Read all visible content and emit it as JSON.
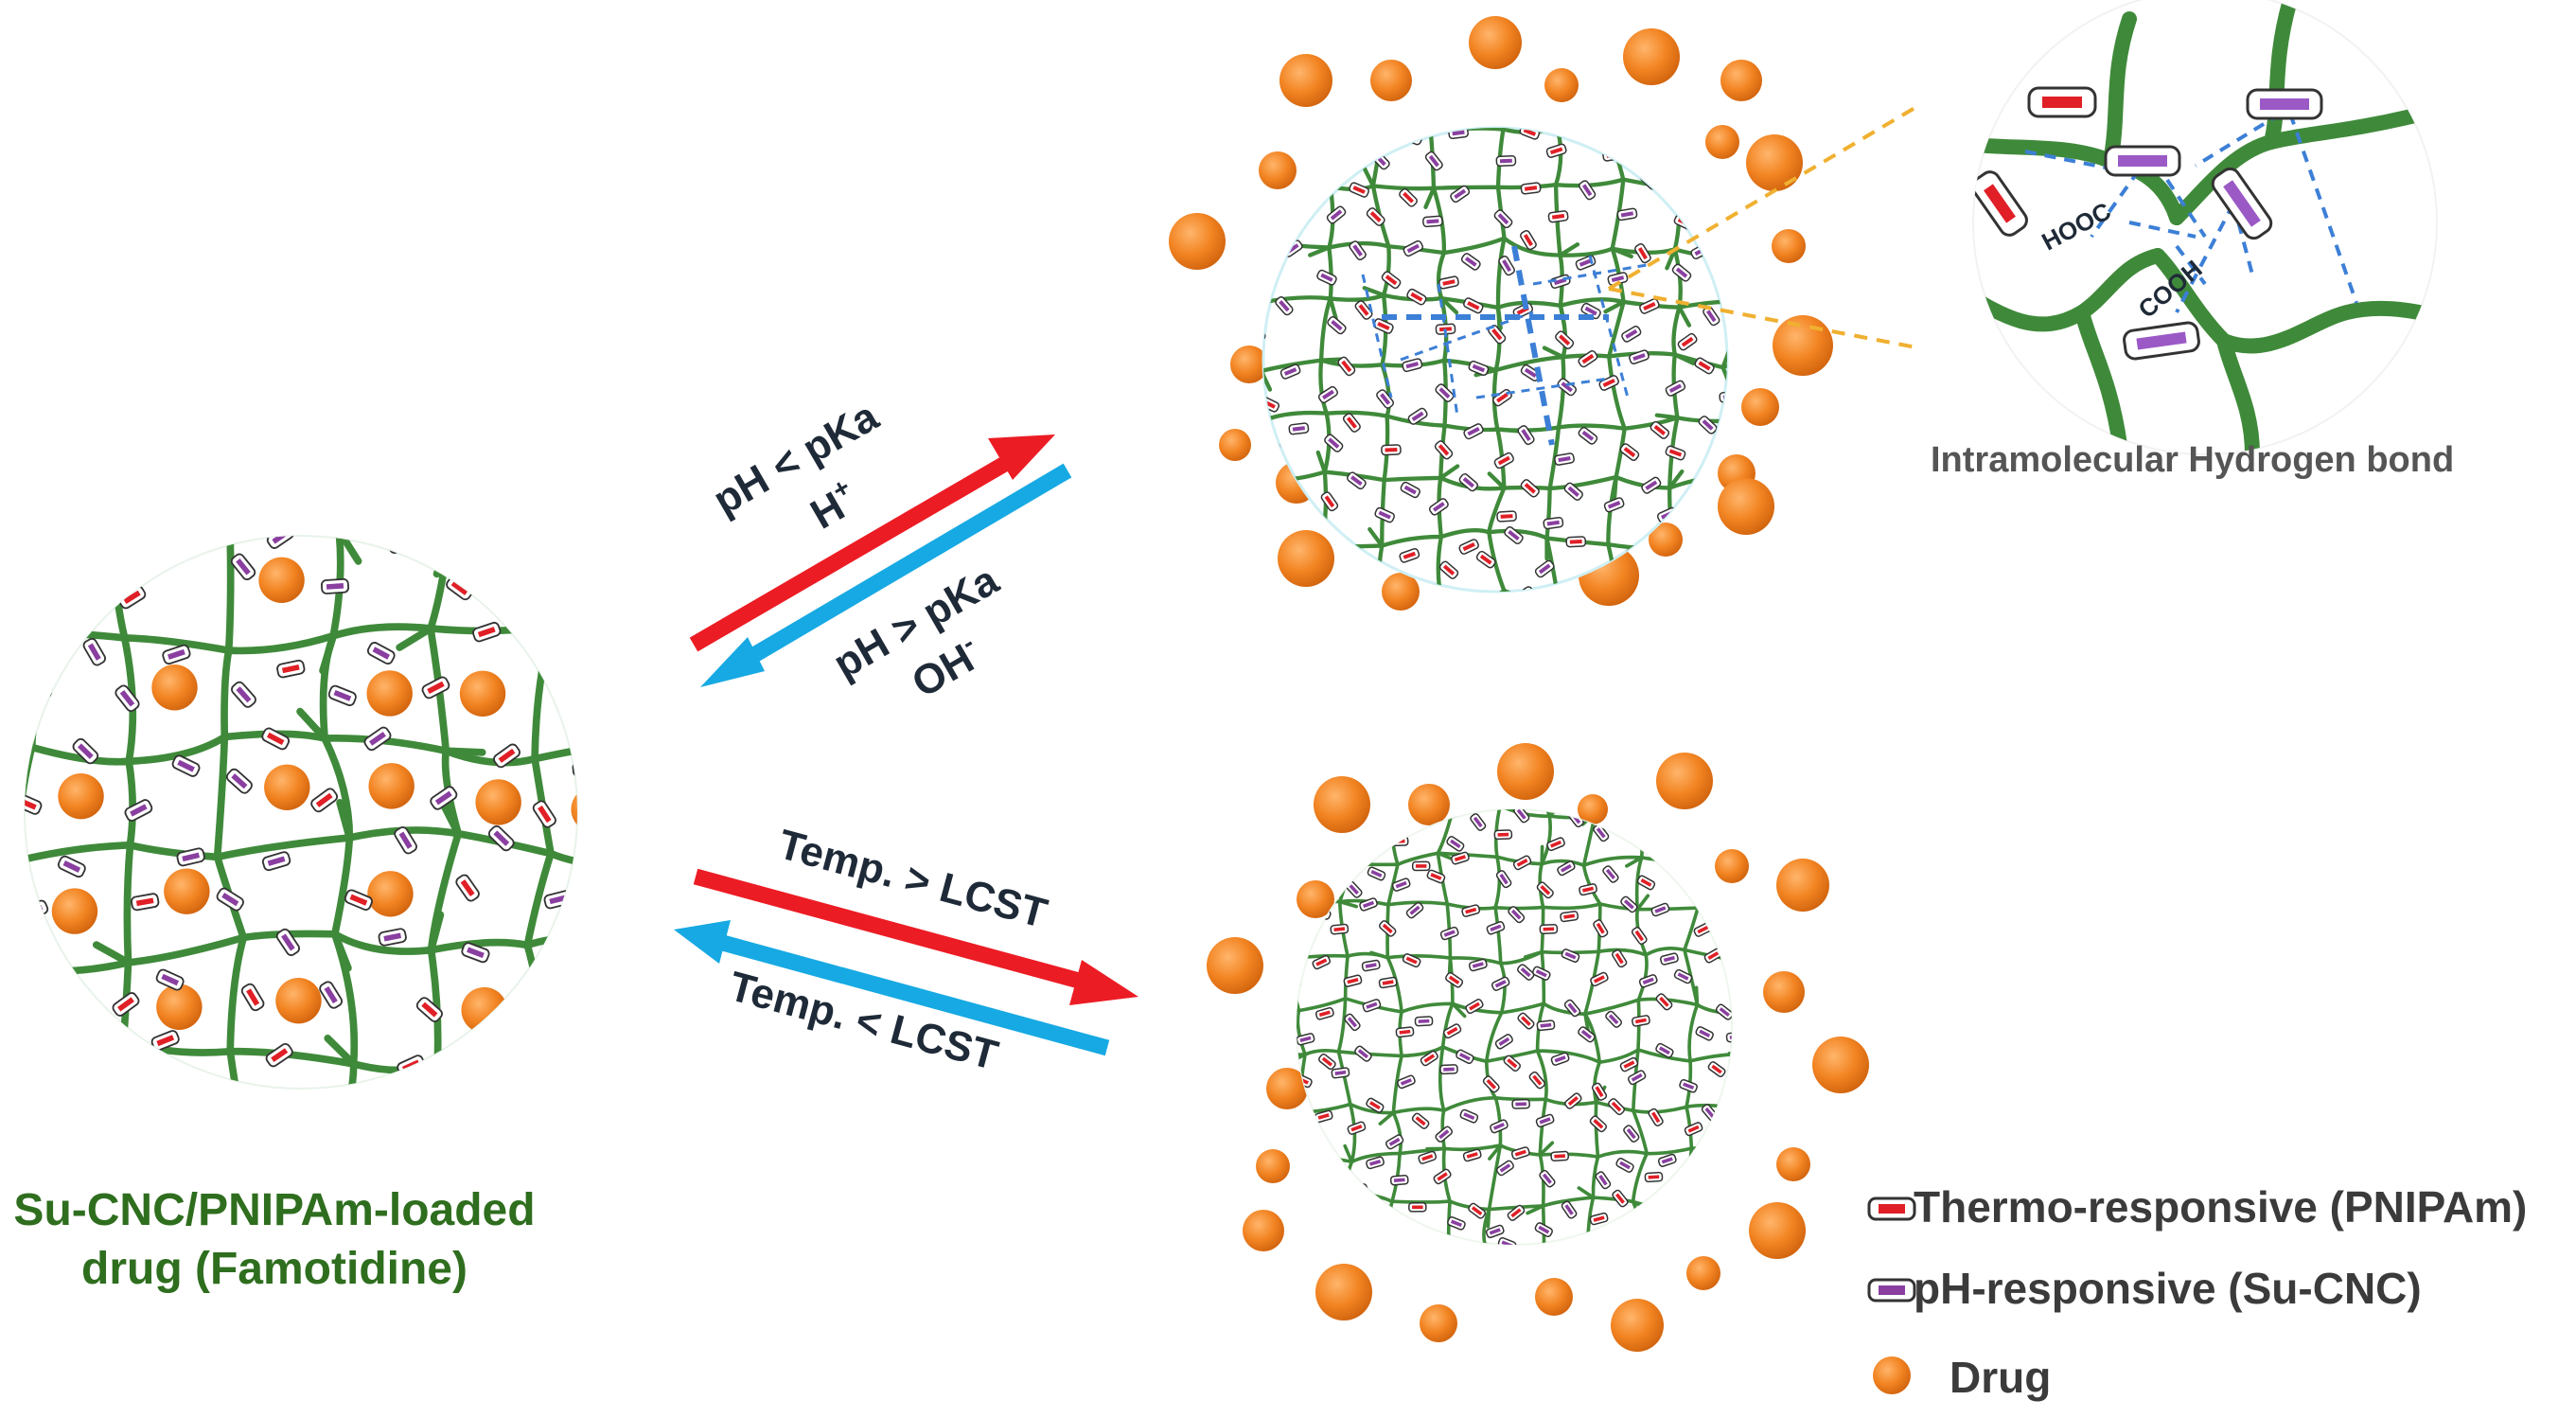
{
  "colors": {
    "polymer": "#3f8a3a",
    "drug": "#f28422",
    "thermo_bar": "#e01f26",
    "ph_bar": "#8a3fa0",
    "arrow_red": "#ec1c24",
    "arrow_blue": "#17a9e3",
    "hbond": "#3c7fd6",
    "label_dark": "#1f2a38",
    "caption_green": "#2e6e1e",
    "legend_text": "#3b3b3b",
    "zoom_dash": "#f0b030"
  },
  "arrows": {
    "ph_forward_line1": "pH < pKa",
    "ph_forward_line2": "H",
    "ph_forward_sup": "+",
    "ph_reverse_line1": "pH > pKa",
    "ph_reverse_line2": "OH",
    "ph_reverse_sup": "-",
    "temp_forward": "Temp. > LCST",
    "temp_reverse": "Temp. < LCST"
  },
  "zoom": {
    "group1": "HOOC",
    "group2": "COOH",
    "title": "Intramolecular Hydrogen bond"
  },
  "caption": {
    "line1": "Su-CNC/PNIPAm-loaded",
    "line2": "drug (Famotidine)"
  },
  "legend": {
    "thermo": "Thermo-responsive (PNIPAm)",
    "ph": "pH-responsive (Su-CNC)",
    "drug": "Drug"
  }
}
